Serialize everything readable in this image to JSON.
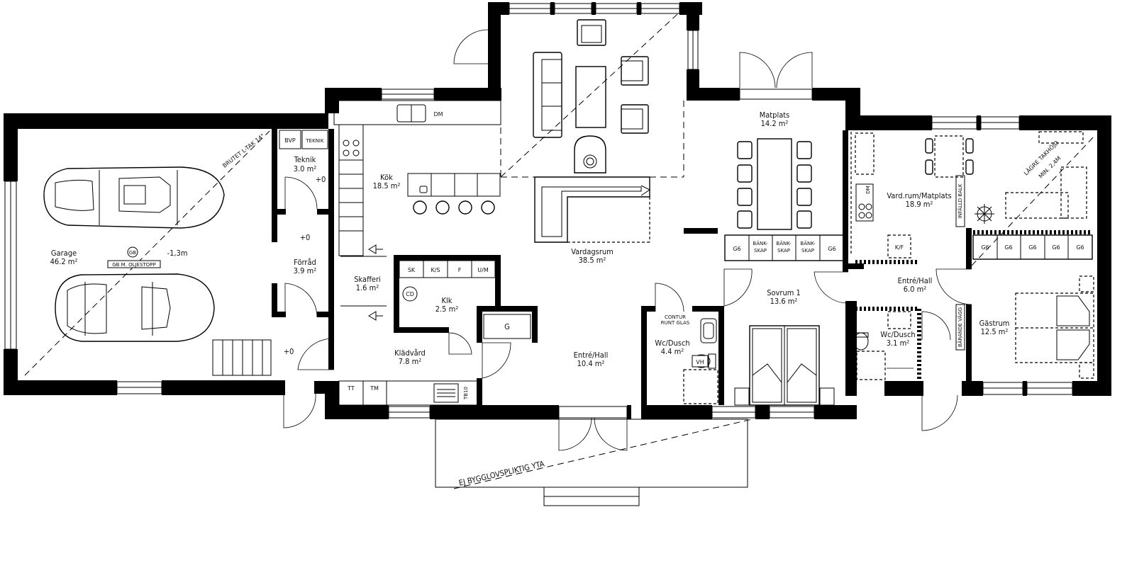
{
  "rooms": {
    "garage": {
      "name": "Garage",
      "area": "46.2 m²",
      "level": "-1,3m"
    },
    "teknik": {
      "name": "Teknik",
      "area": "3.0 m²"
    },
    "forrad": {
      "name": "Förråd",
      "area": "3.9 m²"
    },
    "kok": {
      "name": "Kök",
      "area": "18.5 m²"
    },
    "skafferi": {
      "name": "Skafferi",
      "area": "1.6 m²"
    },
    "klk": {
      "name": "Klk",
      "area": "2.5 m²"
    },
    "kladvard": {
      "name": "Klädvård",
      "area": "7.8 m²"
    },
    "entre1": {
      "name": "Entré/Hall",
      "area": "10.4 m²"
    },
    "vardagsrum": {
      "name": "Vardagsrum",
      "area": "38.5 m²"
    },
    "matplats": {
      "name": "Matplats",
      "area": "14.2 m²"
    },
    "wc1": {
      "name": "Wc/Dusch",
      "area": "4.4 m²"
    },
    "sovrum1": {
      "name": "Sovrum 1",
      "area": "13.6 m²"
    },
    "vardrum": {
      "name": "Vard.rum/Matplats",
      "area": "18.9 m²"
    },
    "entre2": {
      "name": "Entré/Hall",
      "area": "6.0 m²"
    },
    "wc2": {
      "name": "Wc/Dusch",
      "area": "3.1 m²"
    },
    "gastrum": {
      "name": "Gästrum",
      "area": "12.5 m²"
    }
  },
  "levels": {
    "forrad": "+0",
    "teknik": "+0",
    "kladvard": "+0"
  },
  "fixtures": {
    "bvp": "BVP",
    "teknik_box": "TEKNIK",
    "dm": "DM",
    "dm2": "DM",
    "sk": "SK",
    "ks": "K/S",
    "f": "F",
    "um": "U/M",
    "cd": "CD",
    "g": "G",
    "tt": "TT",
    "tm": "TM",
    "tb10": "TB10",
    "vh": "VH",
    "kf": "K/F",
    "contur1": "CONTUR",
    "contur2": "RUNT GLAS",
    "g6": "G6",
    "bank1": "BÄNK-",
    "bank2": "SKAP"
  },
  "annotations": {
    "gb": "GB",
    "gb_oil": "GB M. OLJESTOPP",
    "brutet_tak": "BRUTET L-TAK 14°",
    "lagre1": "LÄGRE TAKHÖJD",
    "lagre2": "MIN. 2,4M",
    "infalld_balk": "INFÄLLD BALK",
    "barande_vagg": "BÄRANDE VÄGG",
    "ej_bygglov": "EJ BYGGLOVSPLIKTIG YTA"
  }
}
